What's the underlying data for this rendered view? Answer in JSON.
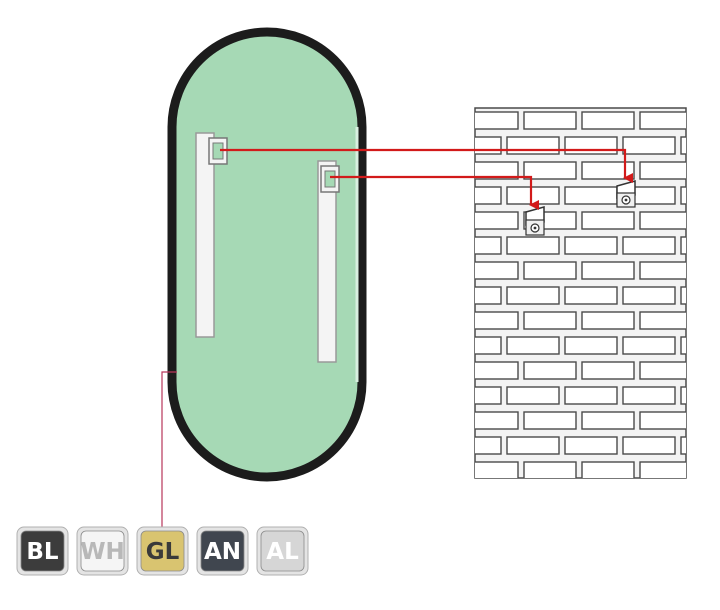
{
  "colors": {
    "mirror_fill": "#a6d9b5",
    "mirror_frame": "#1c1c1c",
    "bracket": "#f4f4f4",
    "wall_fill": "#f3f3f3",
    "brick_line": "#4a4a4a",
    "arrow": "#d21a1a",
    "leader": "#b8355a"
  },
  "finish_options": [
    {
      "code": "BL",
      "bg": "#3c3c3c",
      "text": "#ffffff"
    },
    {
      "code": "WH",
      "bg": "#f5f5f5",
      "text": "#b8b8b8"
    },
    {
      "code": "GL",
      "bg": "#d9c470",
      "text": "#3a3a3a"
    },
    {
      "code": "AN",
      "bg": "#40464f",
      "text": "#ffffff"
    },
    {
      "code": "AL",
      "bg": "#d6d6d6",
      "text": "#ffffff"
    }
  ]
}
